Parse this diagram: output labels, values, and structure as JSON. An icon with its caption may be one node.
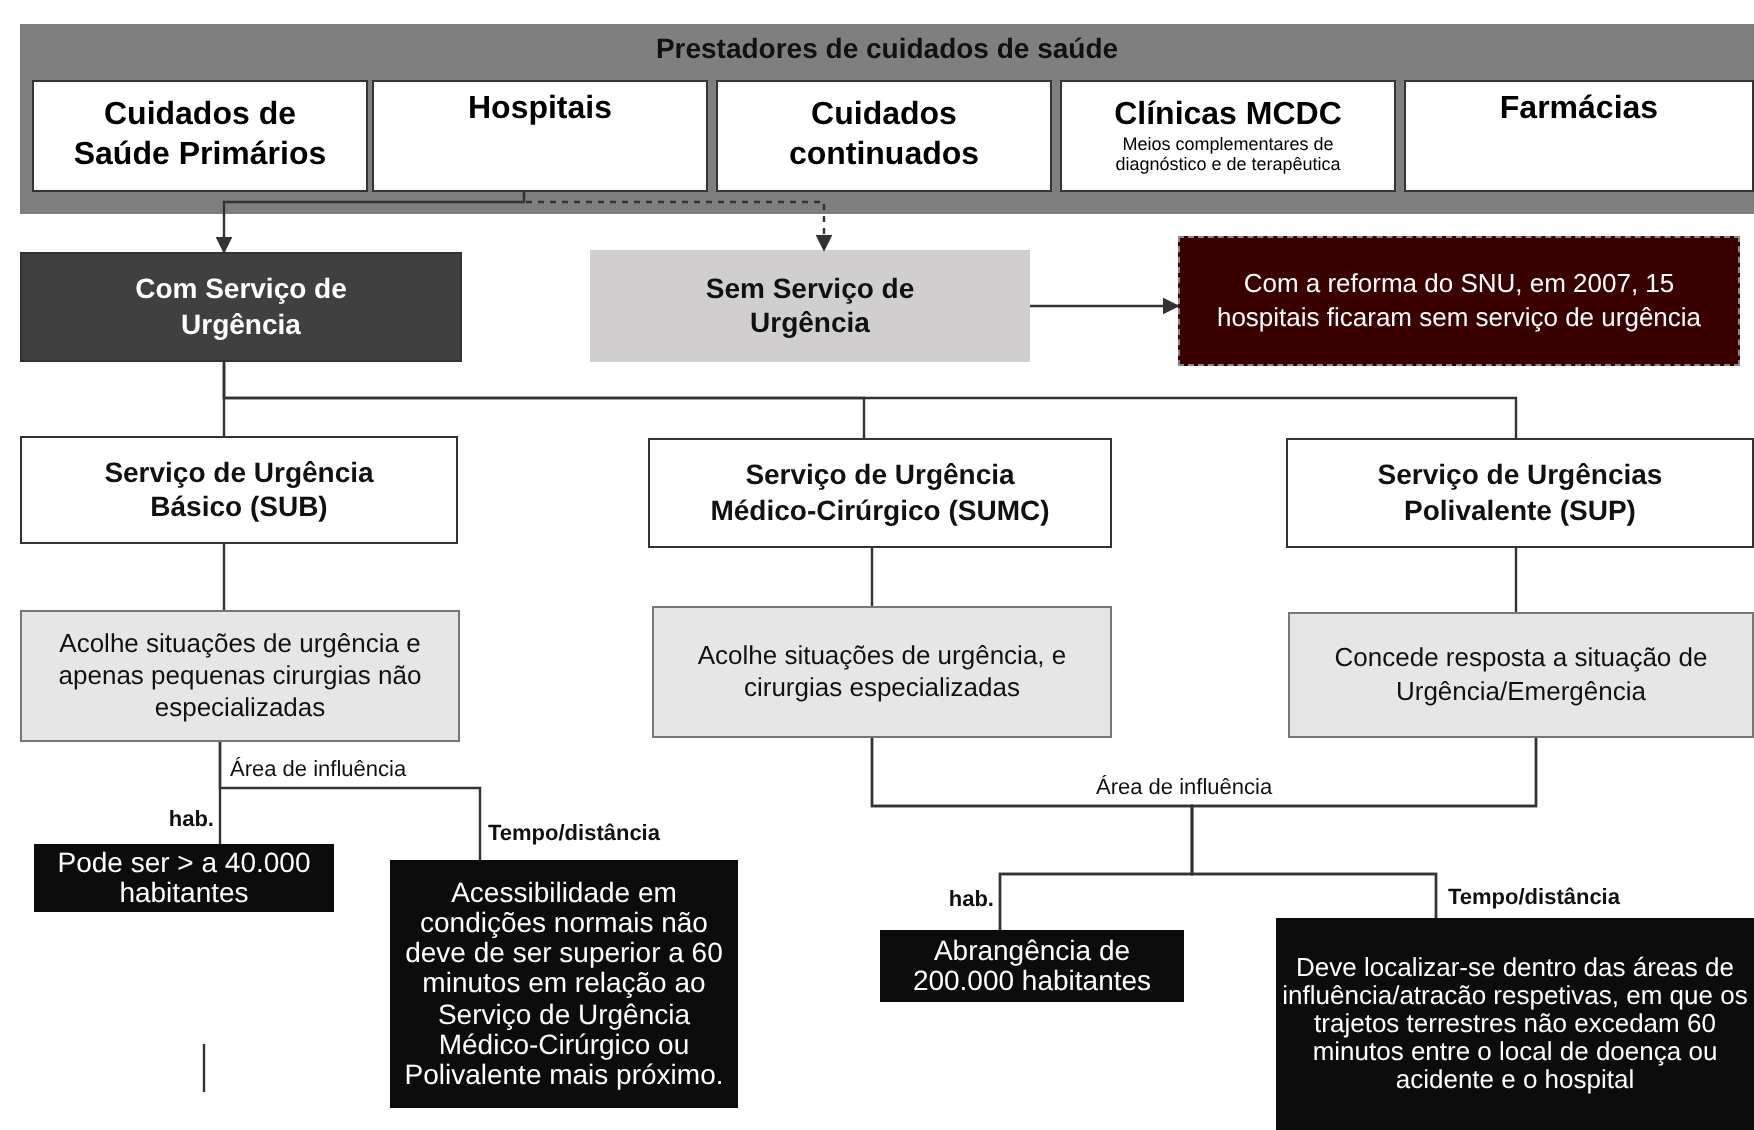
{
  "diagram": {
    "nodes": [
      {
        "text": [
          "Prestadores de cuidados de saúde"
        ]
      },
      {
        "text": [
          "Cuidados de Saúde Primários"
        ],
        "in": 0
      },
      {
        "text": [
          "Hospitais"
        ],
        "in": 0
      },
      {
        "text": [
          "Cuidados continuados"
        ],
        "in": 0
      },
      {
        "text": [
          "Clínicas MCDC",
          "Meios complementares de diagnóstico e de terapêutica"
        ],
        "in": 0
      },
      {
        "text": [
          "Farmácias"
        ],
        "in": 0
      },
      {
        "text": [
          "Com Serviço de Urgência"
        ]
      },
      {
        "text": [
          "Sem Serviço de Urgência"
        ]
      },
      {
        "text": [
          "Com a reforma do SNU, em 2007, 15 hospitais ficaram sem serviço de urgência"
        ]
      },
      {
        "text": [
          "Serviço de Urgência Básico (SUB)"
        ]
      },
      {
        "text": [
          "Serviço de Urgência Médico-Cirúrgico (SUMC)"
        ]
      },
      {
        "text": [
          "Serviço de Urgências Polivalente (SUP)"
        ]
      },
      {
        "text": [
          "Acolhe situações de urgência e apenas pequenas cirurgias não especializadas"
        ]
      },
      {
        "text": [
          "Acolhe situações de urgência, e cirurgias especializadas"
        ]
      },
      {
        "text": [
          "Concede resposta a situação de Urgência/Emergência"
        ]
      },
      {
        "text": [
          "Pode ser > a 40.000 habitantes"
        ]
      },
      {
        "text": [
          "Acessibilidade em condições normais não deve de ser superior a 60 minutos em relação ao Serviço de Urgência Médico-Cirúrgico ou Polivalente mais próximo."
        ]
      },
      {
        "text": [
          "Abrangência de 200.000 habitantes"
        ]
      },
      {
        "text": [
          "Deve localizar-se dentro das áreas de influência/atracão respetivas, em que os trajetos terrestres não excedam 60 minutos entre o local de doença ou acidente e o hospital"
        ]
      }
    ],
    "edges": [
      {
        "from": 2,
        "to": 6,
        "arrow": "to"
      },
      {
        "from": 2,
        "to": 7,
        "arrow": "to",
        "style": "dashed"
      },
      {
        "from": 7,
        "to": 8,
        "arrow": "to"
      },
      {
        "from": 6,
        "to": 9,
        "arrow": "none"
      },
      {
        "from": 6,
        "to": 10,
        "arrow": "none"
      },
      {
        "from": 6,
        "to": 11,
        "arrow": "none"
      },
      {
        "from": 9,
        "to": 12,
        "arrow": "none"
      },
      {
        "from": 10,
        "to": 13,
        "arrow": "none"
      },
      {
        "from": 11,
        "to": 14,
        "arrow": "none"
      },
      {
        "from": 12,
        "to": 15,
        "arrow": "none"
      },
      {
        "from": 12,
        "to": 16,
        "arrow": "none"
      },
      {
        "from": 13,
        "to": 17,
        "arrow": "none"
      },
      {
        "from": 13,
        "to": 18,
        "arrow": "none"
      },
      {
        "from": 14,
        "to": 17,
        "arrow": "none"
      },
      {
        "from": 14,
        "to": 18,
        "arrow": "none"
      }
    ],
    "labels": [
      "Área de influência",
      "hab.",
      "Tempo/distância",
      "Área de influência",
      "hab.",
      "Tempo/distância"
    ]
  }
}
